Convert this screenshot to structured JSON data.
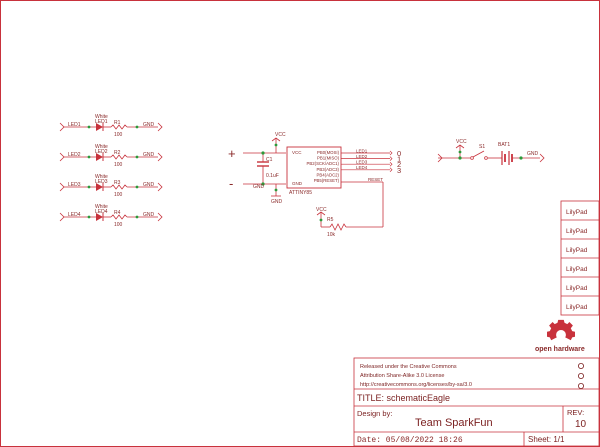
{
  "leds": [
    {
      "net": "LED1",
      "color": "White",
      "ref": "LED1",
      "res": "R1",
      "val": "100",
      "gnd": "GND"
    },
    {
      "net": "LED2",
      "color": "White",
      "ref": "LED2",
      "res": "R2",
      "val": "100",
      "gnd": "GND"
    },
    {
      "net": "LED3",
      "color": "White",
      "ref": "LED3",
      "res": "R3",
      "val": "100",
      "gnd": "GND"
    },
    {
      "net": "LED4",
      "color": "White",
      "ref": "LED4",
      "res": "R4",
      "val": "100",
      "gnd": "GND"
    }
  ],
  "mcu": {
    "name": "ATTINY85",
    "vcc": "VCC",
    "gnd": "GND",
    "pins": [
      "PB0(MOSI)",
      "PB1(MISO)",
      "PB2(SCK/ADC1)",
      "PB3(ADC3)",
      "PB4(ADC2)",
      "PB5(RESET)"
    ],
    "nets": [
      "LED1",
      "LED2",
      "LED3",
      "LED4",
      "RESET"
    ],
    "pad_labels": [
      "0",
      "1",
      "2",
      "3"
    ],
    "vcc_top": "VCC",
    "gnd_bottom": "GND"
  },
  "cap": {
    "ref": "C1",
    "val": "0.1uF",
    "plus": "+",
    "minus": "-",
    "gnd": "GND"
  },
  "reset_res": {
    "vcc": "VCC",
    "ref": "R5",
    "val": "10k"
  },
  "power": {
    "vcc": "VCC",
    "switch": "S1",
    "battery": "BAT1",
    "gnd": "GND"
  },
  "lilypads": [
    "LilyPad",
    "LilyPad",
    "LilyPad",
    "LilyPad",
    "LilyPad",
    "LilyPad"
  ],
  "logo": {
    "text": "open hardware"
  },
  "title_block": {
    "license_line1": "Released under the Creative Commons",
    "license_line2": "Attribution Share-Alike 3.0 License",
    "license_line3": "http://creativecommons.org/licenses/by-sa/3.0",
    "title": "TITLE: schematicEagle",
    "design_by_label": "Design by:",
    "designer": "Team SparkFun",
    "rev_label": "REV:",
    "rev": "10",
    "date": "Date: 05/08/2022 18:26",
    "sheet": "Sheet: 1/1"
  }
}
